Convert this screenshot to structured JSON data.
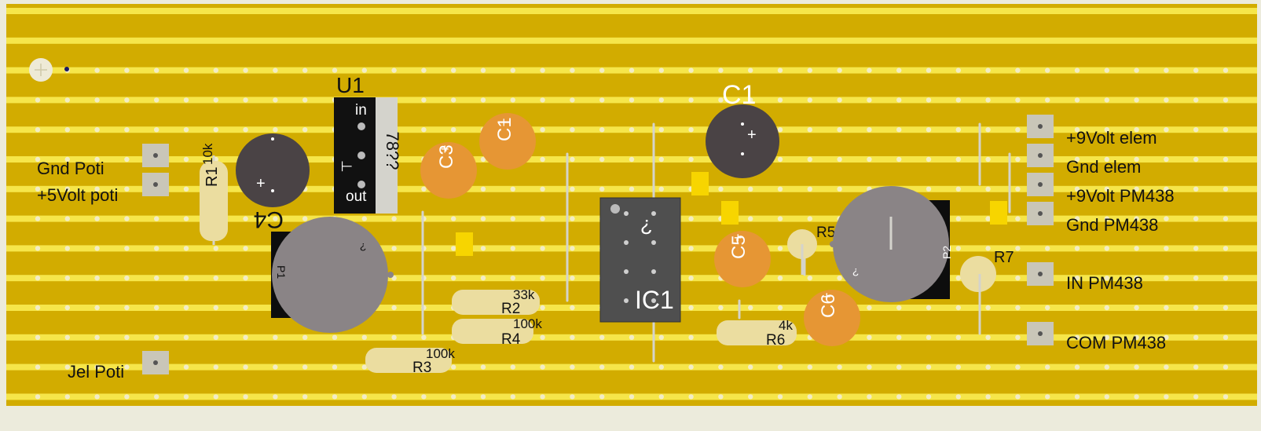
{
  "connector_labels": {
    "gnd_poti": "Gnd Poti",
    "plus5v_poti": "+5Volt poti",
    "jel_poti": "Jel Poti",
    "plus9v_elem": "+9Volt elem",
    "gnd_elem": "Gnd elem",
    "plus9v_pm438": "+9Volt PM438",
    "gnd_pm438": "Gnd PM438",
    "in_pm438": "IN PM438",
    "com_pm438": "COM PM438"
  },
  "regulator": {
    "ref": "U1",
    "pin_in": "in",
    "pin_gnd": "⊥",
    "pin_out": "out",
    "part": "78??"
  },
  "ic": {
    "ref": "IC1",
    "part": "?"
  },
  "capacitors": {
    "c1_orange": "C1",
    "c1_large": "C1",
    "c3": "C3",
    "c4": "C4",
    "c5": "C5",
    "c6": "C6",
    "plus": "+"
  },
  "resistors": {
    "r1": {
      "ref": "R1",
      "value": "10k"
    },
    "r2": {
      "ref": "R2",
      "value": "33k"
    },
    "r3": {
      "ref": "R3",
      "value": "100k"
    },
    "r4": {
      "ref": "R4",
      "value": "100k"
    },
    "r5": {
      "ref": "R5"
    },
    "r6": {
      "ref": "R6",
      "value": "4k"
    },
    "r7": {
      "ref": "R7"
    }
  },
  "potentiometers": {
    "p1": "P1",
    "p2": "P2",
    "mark": "?"
  },
  "colors": {
    "board": "#d2ac00",
    "strip": "#f6e64a",
    "hole": "#f2ecc6",
    "capacitor": "#e69634",
    "resistor": "#ebdda0",
    "dark": "#4a4345",
    "pot": "#8a8486",
    "pad": "#c9c6b8",
    "jumper": "#d4d3cc"
  }
}
